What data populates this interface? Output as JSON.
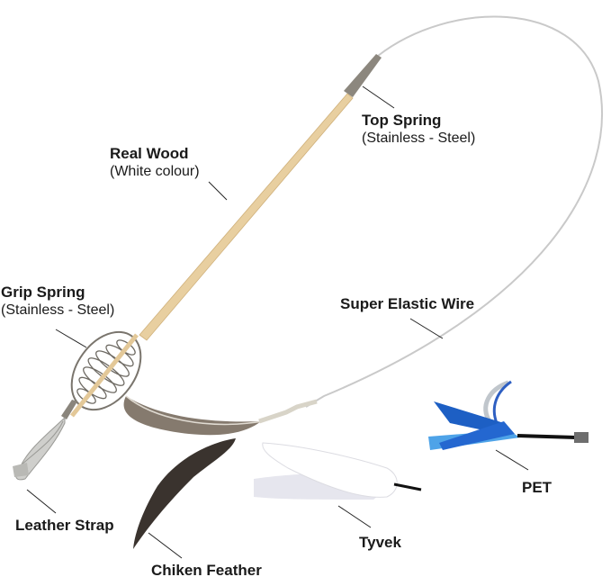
{
  "diagram": {
    "labels": {
      "top_spring": {
        "title": "Top Spring",
        "subtitle": "(Stainless - Steel)"
      },
      "real_wood": {
        "title": "Real Wood",
        "subtitle": "(White colour)"
      },
      "grip_spring": {
        "title": "Grip Spring",
        "subtitle": "(Stainless - Steel)"
      },
      "super_elastic_wire": {
        "title": "Super Elastic Wire"
      },
      "leather_strap": {
        "title": "Leather Strap"
      },
      "chiken_feather": {
        "title": "Chiken Feather"
      },
      "tyvek": {
        "title": "Tyvek"
      },
      "pet": {
        "title": "PET"
      }
    },
    "colors": {
      "wood": "#e8cfa0",
      "steel": "#8a857c",
      "wire": "#c8c8c8",
      "feather_light": "#857a6e",
      "feather_dark": "#3a332e",
      "tyvek": "#f2f2f5",
      "pet_blue": "#1d5fc4",
      "pet_light": "#4ea3e8",
      "leader_line": "#222222"
    }
  }
}
